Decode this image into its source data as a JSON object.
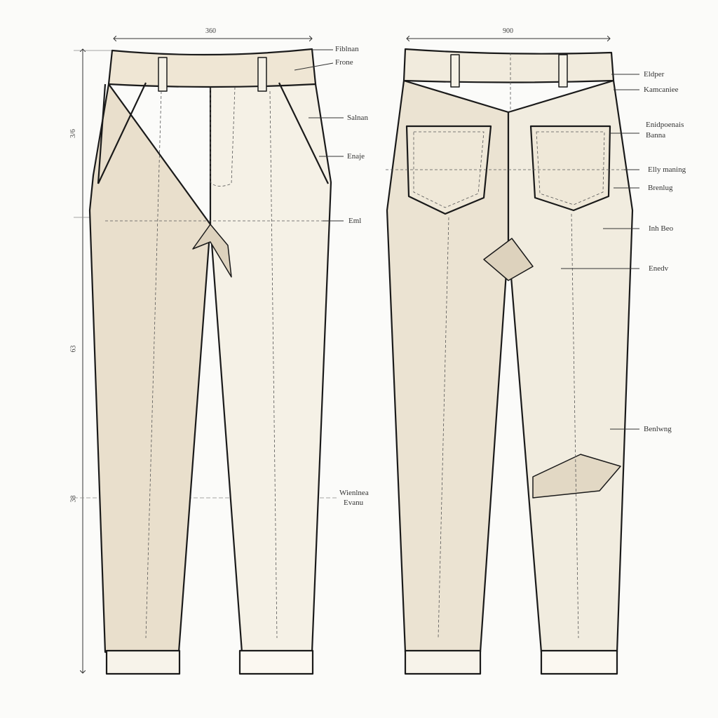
{
  "colors": {
    "fabric_shade": "#e9dfcc",
    "fabric_light": "#f5f1e6",
    "outline": "#1a1a1a",
    "guide": "#777777"
  },
  "front_view": {
    "width_dimension": "360",
    "vertical_dimensions": [
      "3/6",
      "63",
      "38"
    ],
    "labels": [
      "Fiblnan",
      "Frone",
      "Salnan",
      "Enaje",
      "Eml",
      "Wienlnea",
      "Evanu"
    ]
  },
  "back_view": {
    "width_dimension": "900",
    "labels": [
      "Eldper",
      "Kamcaniee",
      "Enidpoenais",
      "Banna",
      "Elly maning",
      "Brenlug",
      "Inh Beo",
      "Enedv",
      "Benlwng"
    ]
  }
}
